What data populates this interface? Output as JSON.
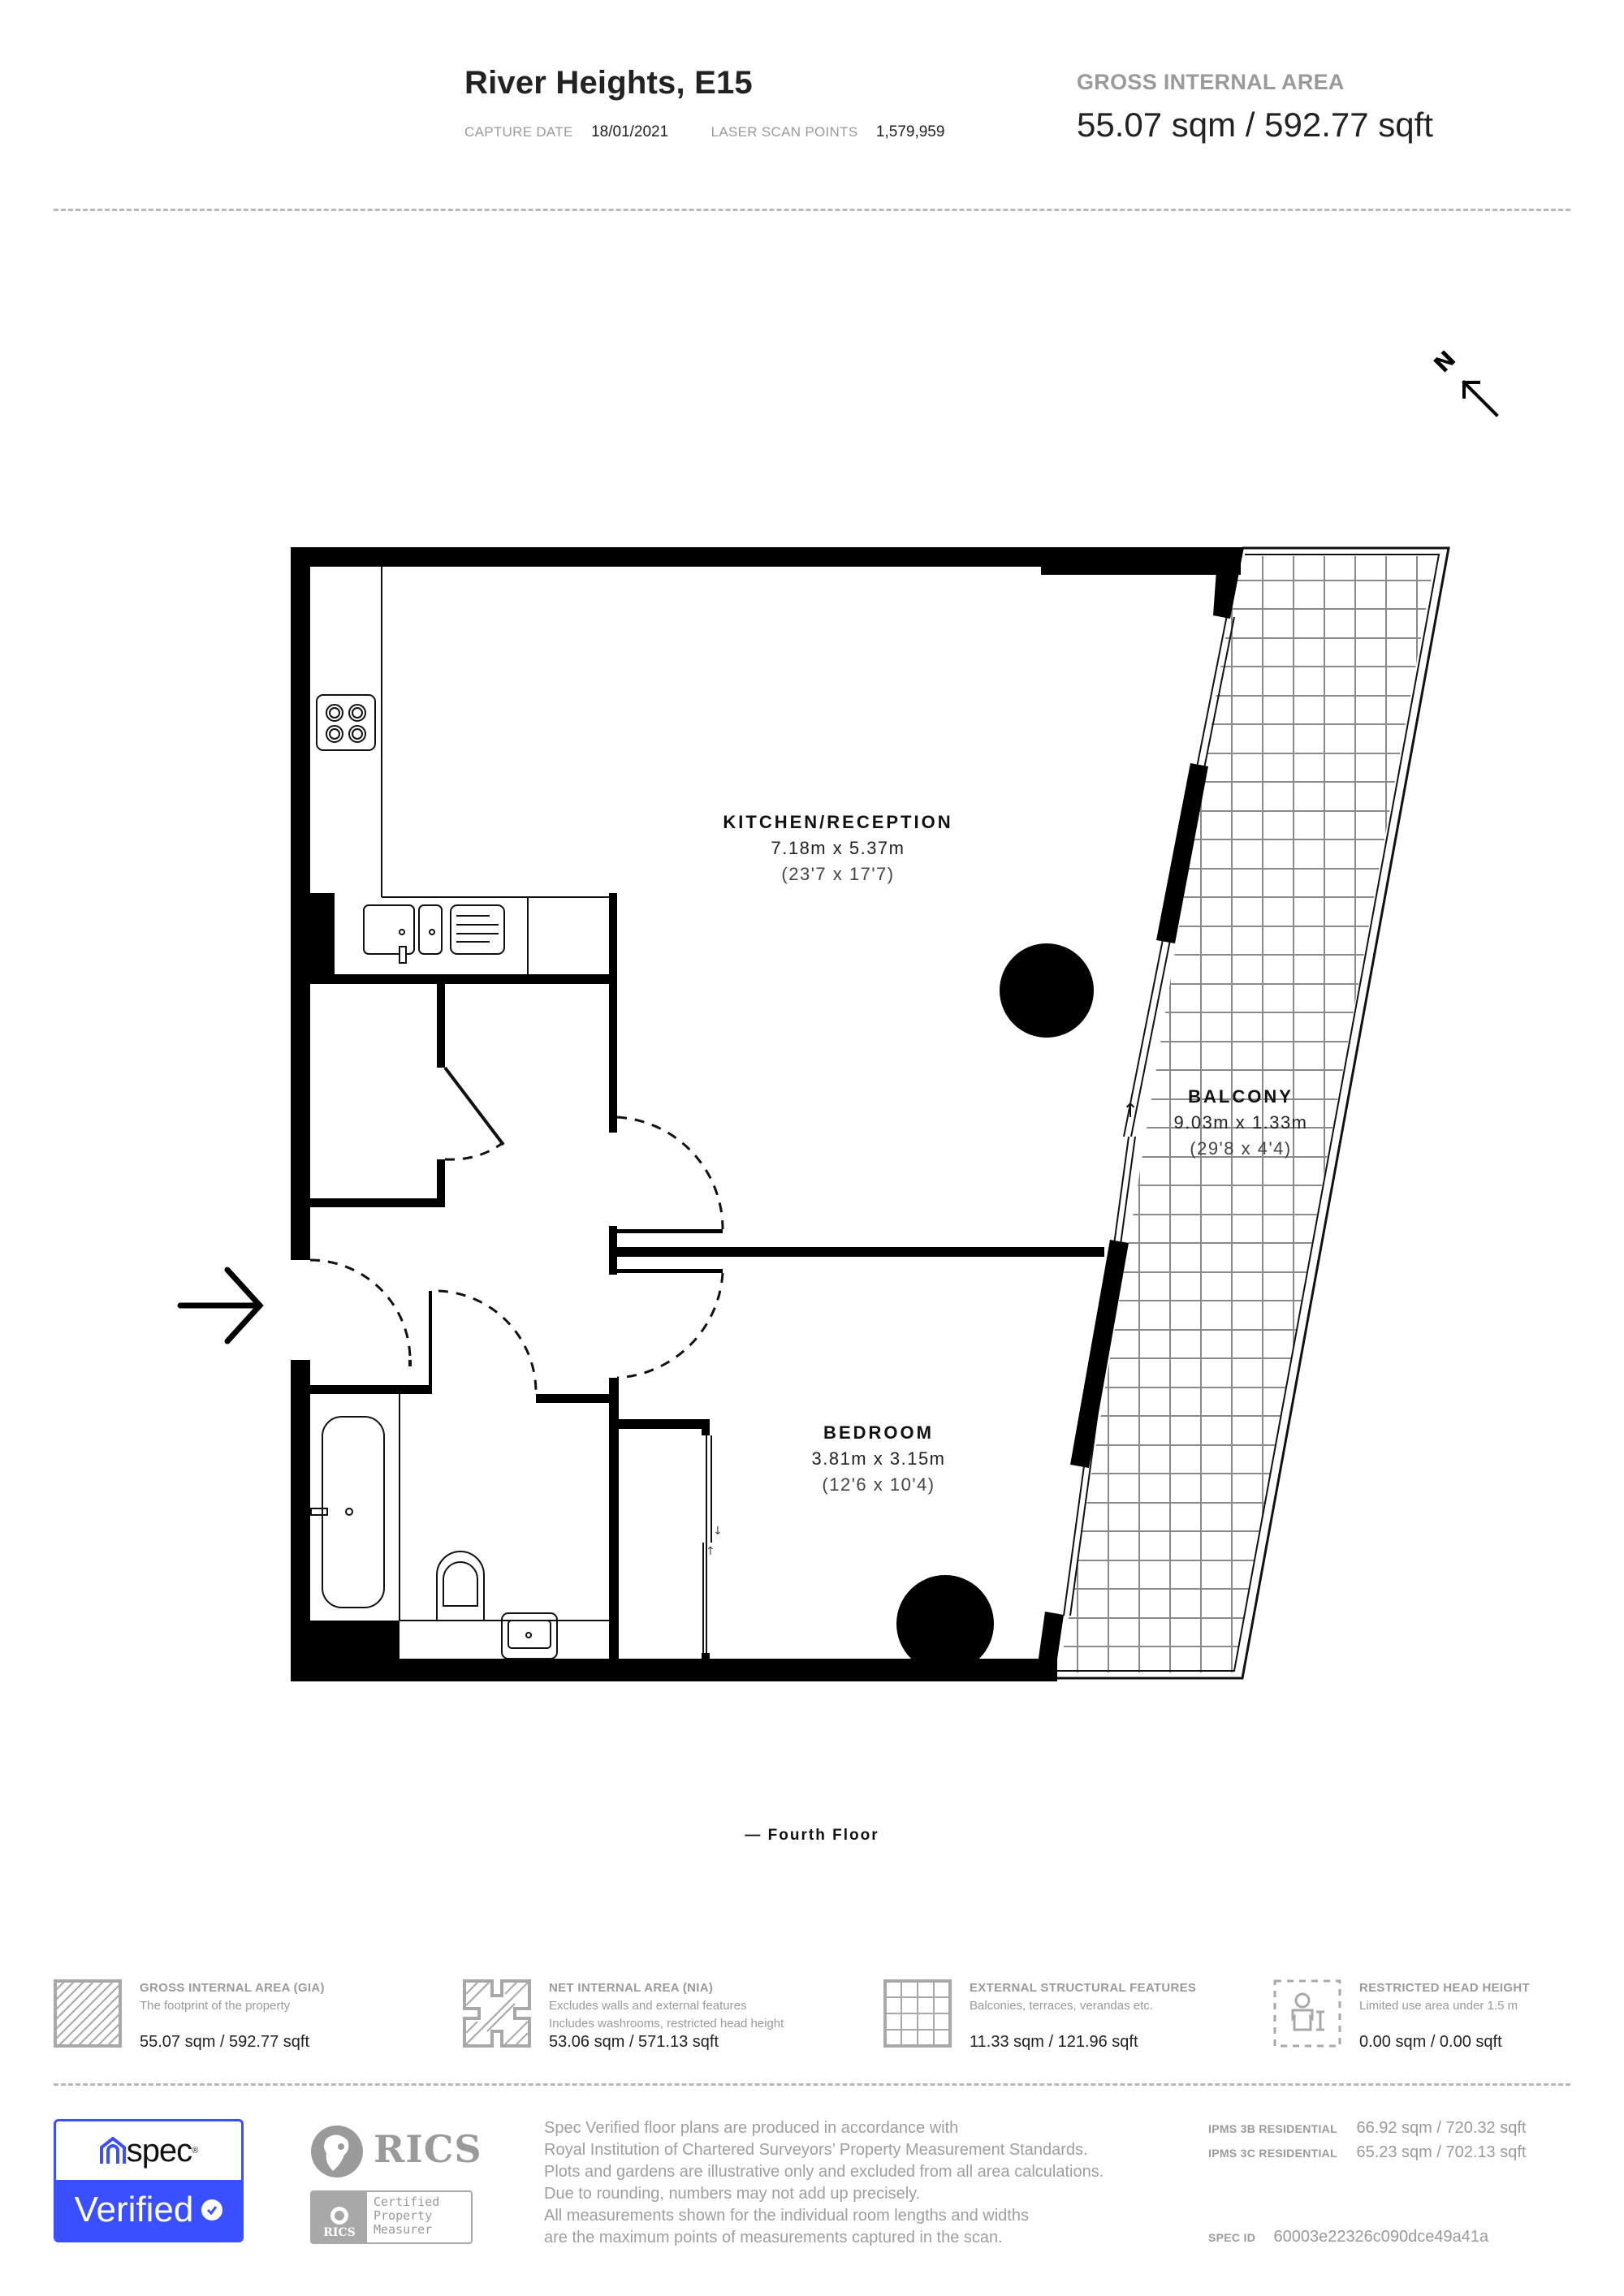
{
  "header": {
    "title": "River Heights, E15",
    "capture_date_label": "CAPTURE DATE",
    "capture_date": "18/01/2021",
    "scan_points_label": "LASER SCAN POINTS",
    "scan_points": "1,579,959",
    "gia_label": "GROSS INTERNAL AREA",
    "gia_value": "55.07 sqm / 592.77 sqft"
  },
  "compass": {
    "label": "N",
    "icon": "north-arrow-icon"
  },
  "rooms": [
    {
      "name": "KITCHEN/RECEPTION",
      "metric": "7.18m x 5.37m",
      "imperial": "(23'7 x 17'7)"
    },
    {
      "name": "BALCONY",
      "metric": "9.03m x 1.33m",
      "imperial": "(29'8 x 4'4)"
    },
    {
      "name": "BEDROOM",
      "metric": "3.81m x 3.15m",
      "imperial": "(12'6 x 10'4)"
    }
  ],
  "entrance": {
    "icon": "entrance-arrow-icon"
  },
  "floor_label": "— Fourth Floor",
  "legend": [
    {
      "title": "GROSS INTERNAL AREA (GIA)",
      "desc": [
        "The footprint of the property"
      ],
      "value": "55.07 sqm / 592.77 sqft",
      "icon": "hatched-square-icon"
    },
    {
      "title": "NET INTERNAL AREA (NIA)",
      "desc": [
        "Excludes walls and external features",
        "Includes washrooms, restricted head height"
      ],
      "value": "53.06 sqm / 571.13 sqft",
      "icon": "hatched-rooms-icon"
    },
    {
      "title": "EXTERNAL STRUCTURAL FEATURES",
      "desc": [
        "Balconies, terraces, verandas etc."
      ],
      "value": "11.33 sqm / 121.96 sqft",
      "icon": "grid-square-icon"
    },
    {
      "title": "RESTRICTED HEAD HEIGHT",
      "desc": [
        "Limited use area under 1.5 m"
      ],
      "value": "0.00 sqm / 0.00 sqft",
      "icon": "person-height-icon"
    }
  ],
  "footer": {
    "spec_logo_word": "spec",
    "spec_reg": "®",
    "verified_label": "Verified",
    "rics_word": "RICS",
    "rics_small": "RICS",
    "rics_cert_lines": [
      "Certified",
      "Property",
      "Measurer"
    ],
    "disclaimer": [
      "Spec Verified floor plans are produced in accordance with",
      "Royal Institution of Chartered Surveyors’ Property Measurement Standards.",
      "Plots and gardens are illustrative only and excluded from all area calculations.",
      "Due to rounding, numbers may not add up precisely.",
      "All measurements shown for the individual room lengths and widths",
      "are the maximum points of measurements captured in the scan."
    ],
    "ipms": [
      {
        "label": "IPMS 3B RESIDENTIAL",
        "value": "66.92 sqm / 720.32 sqft"
      },
      {
        "label": "IPMS 3C RESIDENTIAL",
        "value": "65.23 sqm / 702.13 sqft"
      }
    ],
    "spec_id_label": "SPEC ID",
    "spec_id": "60003e22326c090dce49a41a",
    "brand_color": "#3a4fff"
  }
}
